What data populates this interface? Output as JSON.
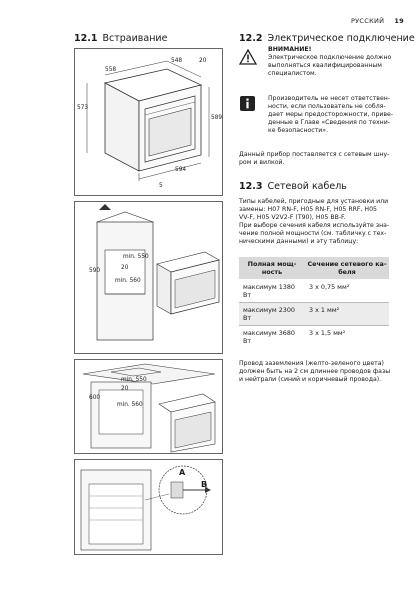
{
  "header": {
    "language": "РУССКИЙ",
    "page_number": "19"
  },
  "section_12_1": {
    "number": "12.1",
    "title": "Встраивание",
    "dims": [
      "558",
      "548",
      "20",
      "573",
      "589",
      "594",
      "5"
    ],
    "dims2": [
      "min. 550",
      "20",
      "590",
      "min. 560"
    ],
    "dims3": [
      "min. 550",
      "20",
      "600",
      "min. 560"
    ],
    "dims4": [
      "A",
      "B"
    ]
  },
  "section_12_2": {
    "number": "12.2",
    "title": "Электрическое подключение",
    "warning_title": "ВНИМАНИЕ!",
    "warning_lines": [
      "Электрическое подключение должно",
      "выполняться квалифицированным",
      "специалистом."
    ],
    "info_lines": [
      "Производитель не несет ответствен-",
      "ности, если пользователь не собля-",
      "дает меры предосторожности, приве-",
      "денные в Главе «Сведения по техни-",
      "ке безопасности»."
    ],
    "supply_lines": [
      "Данный прибор поставляется с сетевым шну-",
      "ром и вилкой."
    ]
  },
  "section_12_3": {
    "number": "12.3",
    "title": "Сетевой кабель",
    "intro_lines": [
      "Типы кабелей, пригодные для установки или",
      "замены: H07 RN-F, H05 RN-F, H05 RRF, H05",
      "VV-F, H05 V2V2-F (T90), H05 BB-F.",
      "При выборе сечения кабеля используйте зна-",
      "чение полной мощности (см. табличку с тех-",
      "ническими данными) и эту таблицу:"
    ],
    "table_head": [
      "Полная мощ-",
      "ность",
      "Сечение сетевого ка-",
      "беля"
    ],
    "rows": [
      {
        "power_a": "максимум 1380",
        "power_b": "Вт",
        "cable": "3 x 0,75 мм²"
      },
      {
        "power_a": "максимум 2300",
        "power_b": "Вт",
        "cable": "3 x 1 мм²"
      },
      {
        "power_a": "максимум 3680",
        "power_b": "Вт",
        "cable": "3 x 1,5 мм²"
      }
    ],
    "ground_lines": [
      "Провод заземления (желто-зеленого цвета)",
      "должен быть на 2 см длиннее проводов фазы",
      "и нейтрали (синий и коричневый провода)."
    ]
  },
  "colors": {
    "text": "#1a1a1a",
    "table_header": "#d9d9d9",
    "table_row": "#ececec",
    "frame": "#666666"
  }
}
